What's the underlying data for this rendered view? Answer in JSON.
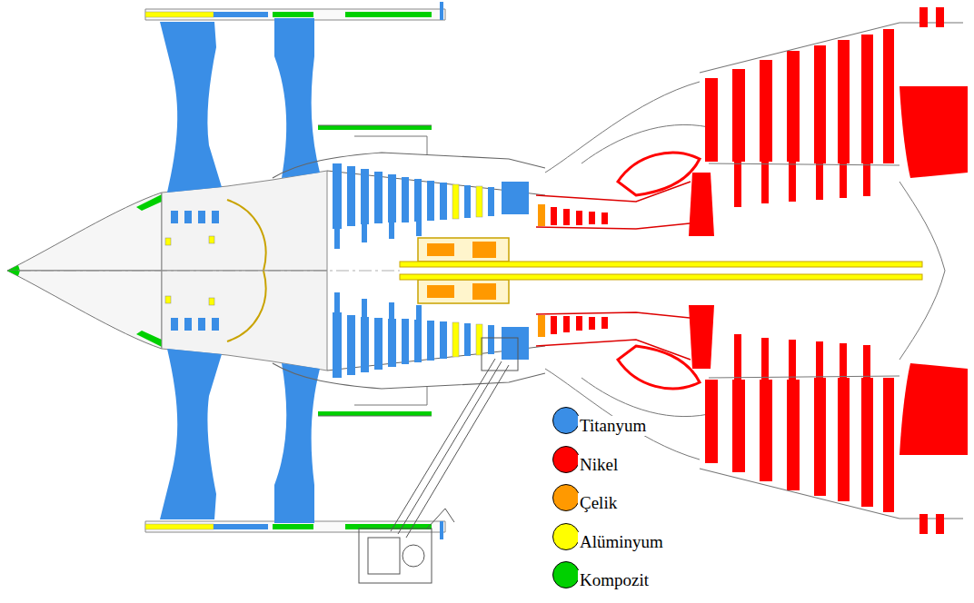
{
  "diagram": {
    "legend": [
      {
        "text": "Titanyum",
        "color": "#3a8ee6"
      },
      {
        "text": "Nikel",
        "color": "#ff0000"
      },
      {
        "text": "Çelik",
        "color": "#ff9900"
      },
      {
        "text": "Alüminyum",
        "color": "#ffff00"
      },
      {
        "text": "Kompozit",
        "color": "#00d000"
      }
    ]
  }
}
